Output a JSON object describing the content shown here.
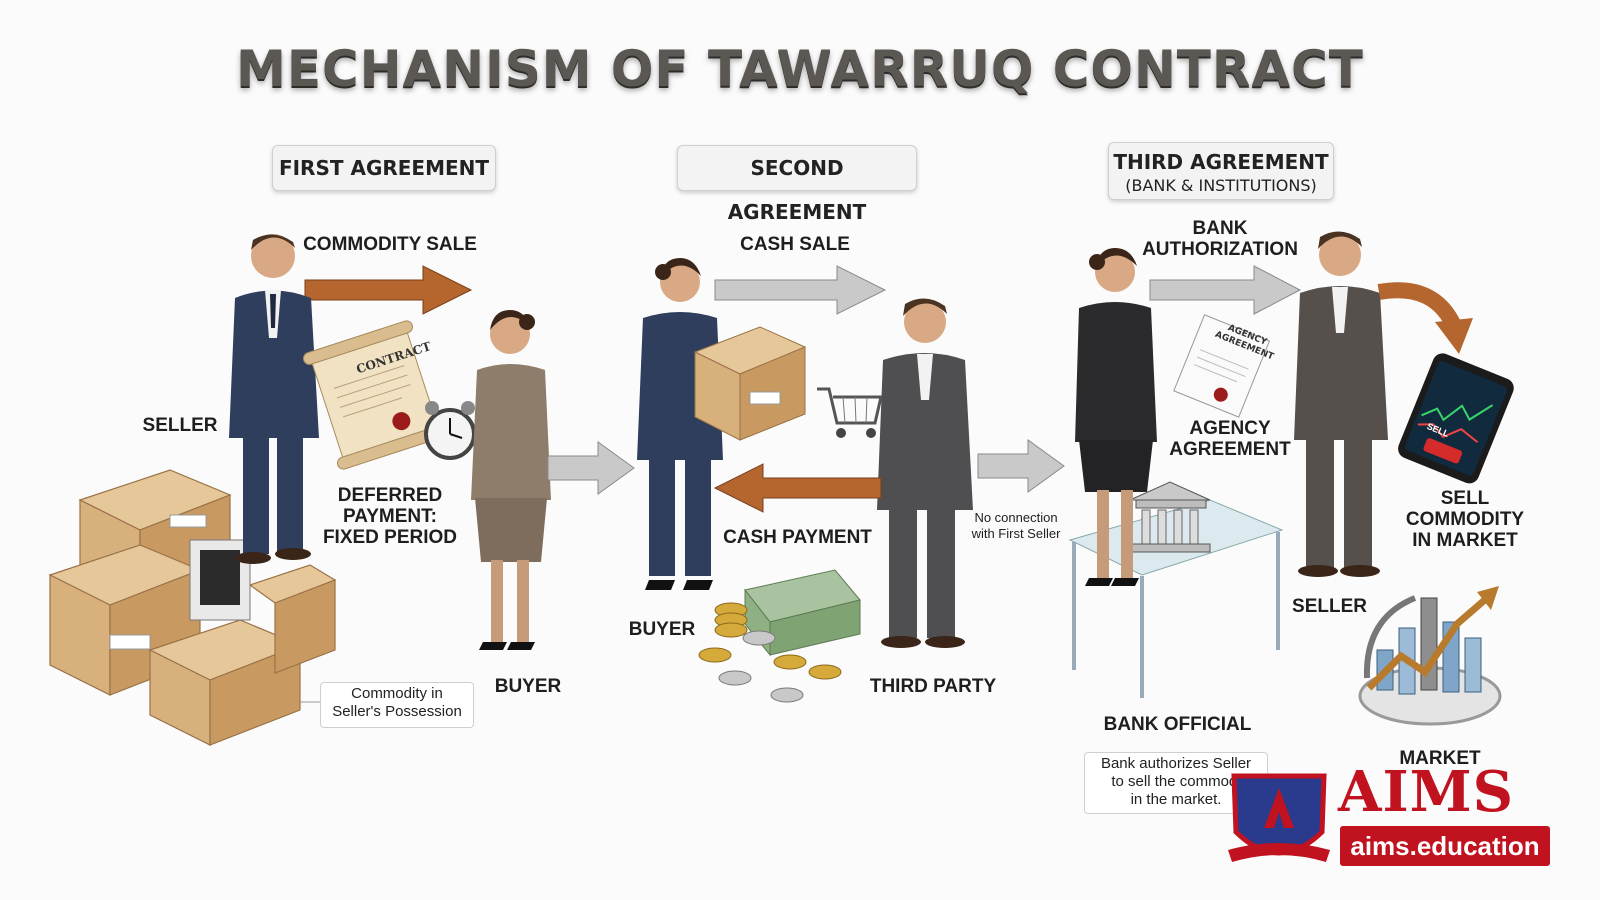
{
  "title": "MECHANISM OF TAWARRUQ CONTRACT",
  "agreements": {
    "first": "FIRST AGREEMENT",
    "second": "SECOND AGREEMENT",
    "third": "THIRD AGREEMENT",
    "third_sub": "(BANK & INSTITUTIONS)"
  },
  "first_section": {
    "commodity_sale": "COMMODITY SALE",
    "seller": "SELLER",
    "deferred_payment": [
      "DEFERRED",
      "PAYMENT:",
      "FIXED PERIOD"
    ],
    "buyer": "BUYER",
    "contract_scroll": "CONTRACT",
    "note": [
      "Commodity in",
      "Seller's Possession"
    ]
  },
  "second_section": {
    "cash_sale": "CASH SALE",
    "cash_payment": "CASH PAYMENT",
    "buyer": "BUYER",
    "third_party": "THIRD PARTY",
    "no_connection": [
      "No connection",
      "with First Seller"
    ]
  },
  "third_section": {
    "bank_authorization": [
      "BANK",
      "AUTHORIZATION"
    ],
    "agency_agreement": [
      "AGENCY",
      "AGREEMENT"
    ],
    "document_text": [
      "AGENCY",
      "AGREEMENT"
    ],
    "sell_commodity": [
      "SELL",
      "COMMODITY",
      "IN MARKET"
    ],
    "phone_sell": "SELL",
    "seller": "SELLER",
    "bank_official": "BANK OFFICIAL",
    "market": "MARKET",
    "note": [
      "Bank authorizes Seller",
      "to sell the commodi",
      "in the market."
    ]
  },
  "logo": {
    "name": "AIMS",
    "url": "aims.education",
    "brand_color": "#c1121f"
  },
  "colors": {
    "wood_arrow": "#b5652e",
    "steel_arrow": "#b9b9b9",
    "box_bg": "#f3f3f3"
  }
}
